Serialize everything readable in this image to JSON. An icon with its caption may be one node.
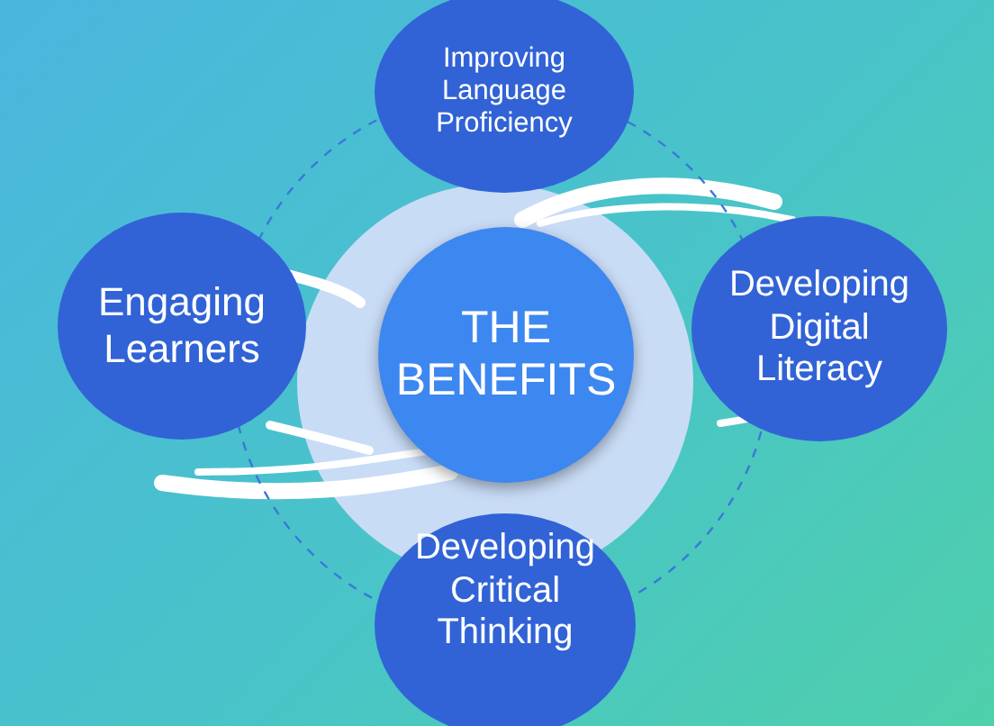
{
  "diagram": {
    "nodes": [
      {
        "text": [
          "Improving Language Proficiency"
        ]
      },
      {
        "text": [
          "Engaging Learners"
        ]
      },
      {
        "text": [
          "THE BENEFITS"
        ]
      },
      {
        "text": [
          "Developing Digital Literacy"
        ]
      },
      {
        "text": [
          "Developing Critical Thinking"
        ]
      }
    ]
  }
}
